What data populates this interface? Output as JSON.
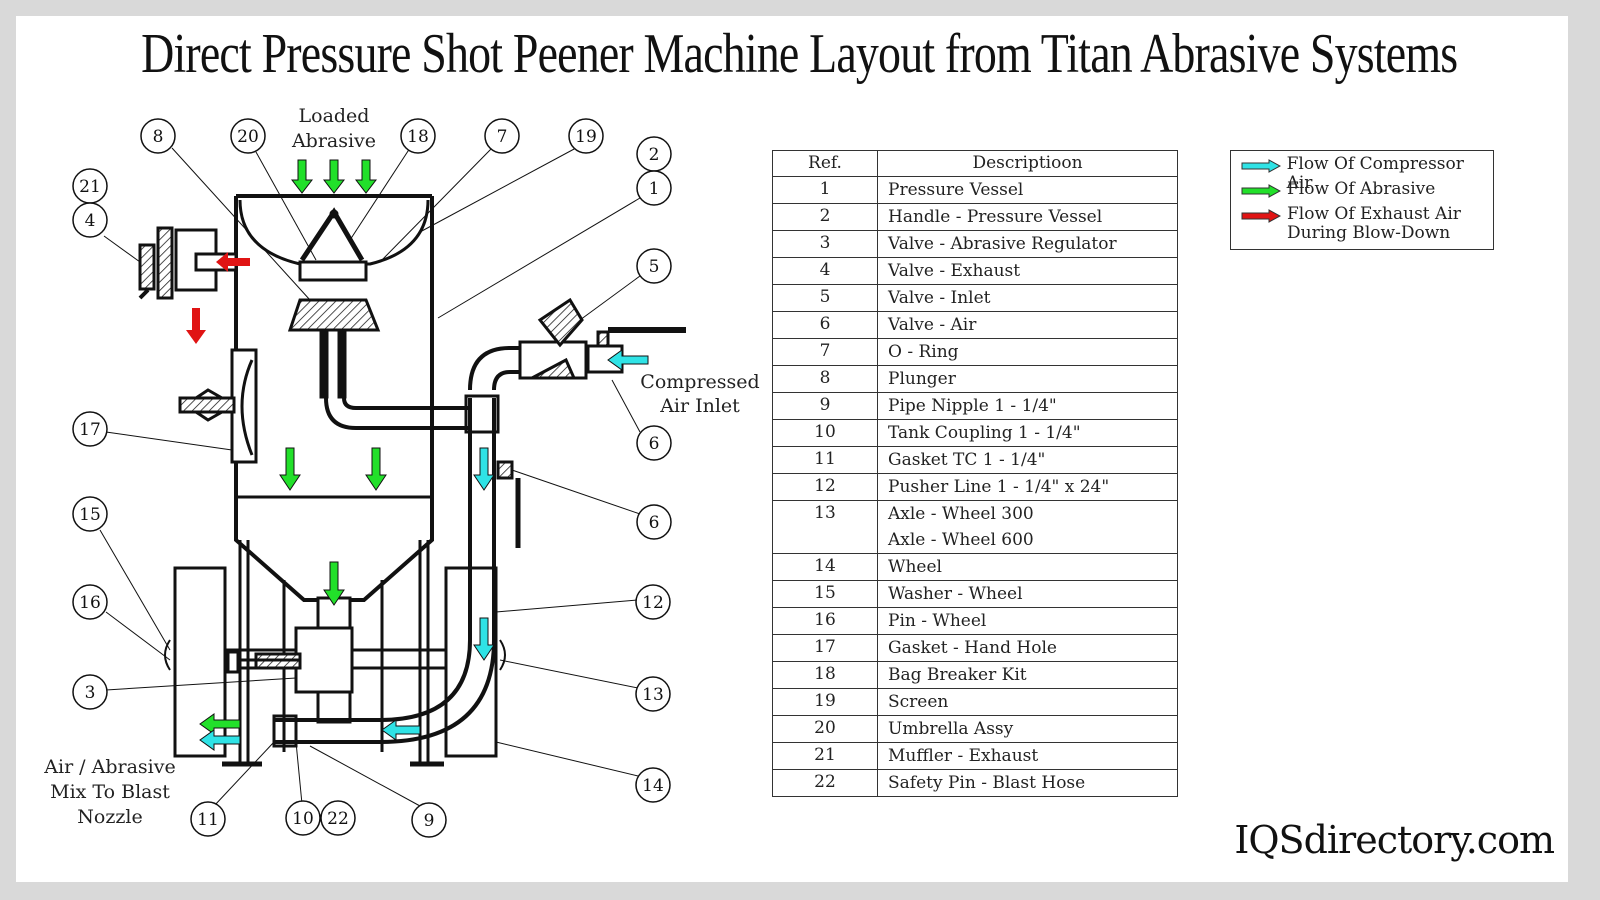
{
  "title": "Direct Pressure Shot Peener Machine Layout from Titan Abrasive Systems",
  "colors": {
    "compressor_air": "#2fe3e6",
    "abrasive": "#22e02a",
    "exhaust_air": "#e01414",
    "line": "#111111",
    "frame_background": "#d9d9d9"
  },
  "diagram": {
    "labels": {
      "loaded_abrasive_line1": "Loaded",
      "loaded_abrasive_line2": "Abrasive",
      "compressed_air_line1": "Compressed",
      "compressed_air_line2": "Air Inlet",
      "mix_line1": "Air / Abrasive",
      "mix_line2": "Mix To Blast",
      "mix_line3": "Nozzle"
    },
    "callouts": [
      "8",
      "20",
      "18",
      "7",
      "19",
      "2",
      "1",
      "21",
      "4",
      "5",
      "6",
      "17",
      "6",
      "15",
      "16",
      "12",
      "3",
      "13",
      "14",
      "11",
      "10",
      "22",
      "9"
    ]
  },
  "table": {
    "headers": {
      "ref": "Ref.",
      "description": "Descriptioon"
    },
    "rows": [
      {
        "ref": "1",
        "desc": [
          "Pressure Vessel"
        ]
      },
      {
        "ref": "2",
        "desc": [
          "Handle - Pressure Vessel"
        ]
      },
      {
        "ref": "3",
        "desc": [
          "Valve - Abrasive Regulator"
        ]
      },
      {
        "ref": "4",
        "desc": [
          "Valve - Exhaust"
        ]
      },
      {
        "ref": "5",
        "desc": [
          "Valve - Inlet"
        ]
      },
      {
        "ref": "6",
        "desc": [
          "Valve - Air"
        ]
      },
      {
        "ref": "7",
        "desc": [
          "O - Ring"
        ]
      },
      {
        "ref": "8",
        "desc": [
          "Plunger"
        ]
      },
      {
        "ref": "9",
        "desc": [
          "Pipe Nipple 1 - 1/4\""
        ]
      },
      {
        "ref": "10",
        "desc": [
          "Tank Coupling 1 - 1/4\""
        ]
      },
      {
        "ref": "11",
        "desc": [
          "Gasket TC 1 - 1/4\""
        ]
      },
      {
        "ref": "12",
        "desc": [
          "Pusher Line 1 - 1/4\" x 24\""
        ]
      },
      {
        "ref": "13",
        "desc": [
          "Axle - Wheel 300",
          "Axle - Wheel 600"
        ]
      },
      {
        "ref": "14",
        "desc": [
          "Wheel"
        ]
      },
      {
        "ref": "15",
        "desc": [
          "Washer - Wheel"
        ]
      },
      {
        "ref": "16",
        "desc": [
          "Pin - Wheel"
        ]
      },
      {
        "ref": "17",
        "desc": [
          "Gasket - Hand Hole"
        ]
      },
      {
        "ref": "18",
        "desc": [
          "Bag Breaker Kit"
        ]
      },
      {
        "ref": "19",
        "desc": [
          "Screen"
        ]
      },
      {
        "ref": "20",
        "desc": [
          "Umbrella Assy"
        ]
      },
      {
        "ref": "21",
        "desc": [
          "Muffler - Exhaust"
        ]
      },
      {
        "ref": "22",
        "desc": [
          "Safety Pin - Blast Hose"
        ]
      }
    ]
  },
  "legend": {
    "items": [
      {
        "label": "Flow Of Compressor Air",
        "label2": "",
        "color": "#2fe3e6",
        "icon": "arrow-right-icon"
      },
      {
        "label": "Flow Of Abrasive",
        "label2": "",
        "color": "#22e02a",
        "icon": "arrow-right-icon"
      },
      {
        "label": "Flow Of Exhaust Air",
        "label2": "During Blow-Down",
        "color": "#e01414",
        "icon": "arrow-right-icon"
      }
    ]
  },
  "brand": "IQSdirectory.com"
}
